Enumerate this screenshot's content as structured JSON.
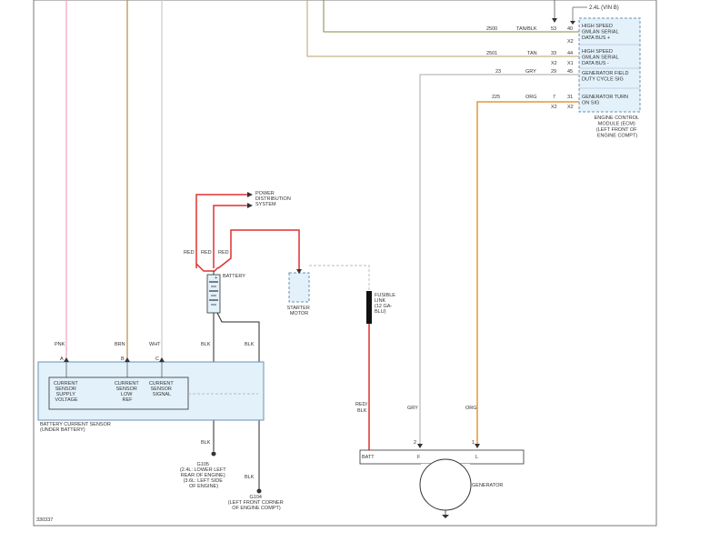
{
  "ecm": {
    "engine_note": "2.4L (VIN B)",
    "rows": [
      {
        "circuit": "2500",
        "color": "TAN/BLK",
        "pin_a": "53",
        "pin_b": "40",
        "label_lines": [
          "HIGH SPEED",
          "GMLAN SERIAL",
          "DATA BUS +"
        ]
      },
      {
        "circuit": "2501",
        "color": "TAN",
        "pin_a": "33",
        "pin_b": "44",
        "label_lines": [
          "HIGH SPEED",
          "GMLAN SERIAL",
          "DATA BUS -"
        ]
      },
      {
        "circuit": "23",
        "color": "GRY",
        "pin_a": "29",
        "pin_b": "45",
        "label_lines": [
          "GENERATOR FIELD",
          "DUTY CYCLE SIG"
        ]
      },
      {
        "circuit": "225",
        "color": "ORG",
        "pin_a": "7",
        "pin_b": "31",
        "label_lines": [
          "GENERATOR TURN",
          "ON SIG"
        ]
      }
    ],
    "connector_x2_a": "X2",
    "connector_x1": "X1",
    "connector_x2_b": "X2",
    "connector_x2_c": "X2",
    "caption_lines": [
      "ENGINE CONTROL",
      "MODULE (ECM)",
      "(LEFT FRONT OF",
      "ENGINE COMPT)"
    ]
  },
  "power": {
    "label_lines": [
      "POWER",
      "DISTRIBUTION",
      "SYSTEM"
    ],
    "wire_red_1": "RED",
    "wire_red_2": "RED",
    "wire_red_3": "RED"
  },
  "battery": {
    "label": "BATTERY",
    "wire_blk_1": "BLK",
    "wire_blk_2": "BLK"
  },
  "starter": {
    "label_lines": [
      "STARTER",
      "MOTOR"
    ]
  },
  "fusible": {
    "label_lines": [
      "FUSIBLE",
      "LINK",
      "(12 GA-",
      "BLU)"
    ],
    "wire_top": "RED/",
    "wire_bottom": "BLK"
  },
  "sensor": {
    "wire_pnk": "PNK",
    "wire_brn": "BRN",
    "wire_wht": "WHT",
    "pin_a": "A",
    "pin_b": "B",
    "pin_c": "C",
    "supply_lines": [
      "CURRENT",
      "SENSOR",
      "SUPPLY",
      "VOLTAGE"
    ],
    "low_lines": [
      "CURRENT",
      "SENSOR",
      "LOW",
      "REF"
    ],
    "signal_lines": [
      "CURRENT",
      "SENSOR",
      "SIGNAL"
    ],
    "caption_lines": [
      "BATTERY CURRENT SENSOR",
      "(UNDER BATTERY)"
    ]
  },
  "grounds": {
    "blk_g105": "BLK",
    "g105_lines": [
      "G105",
      "(2.4L: LOWER LEFT",
      "REAR OF ENGINE)",
      "(3.6L: LEFT SIDE",
      "OF ENGINE)"
    ],
    "blk_g104": "BLK",
    "g104_lines": [
      "G104",
      "(LEFT FRONT CORNER",
      "OF ENGINE COMPT)"
    ]
  },
  "generator": {
    "wire_gry": "GRY",
    "wire_org": "ORG",
    "pin_2": "2",
    "pin_1": "1",
    "term_batt": "BATT",
    "term_f": "F",
    "term_l": "L",
    "label": "GENERATOR"
  },
  "diagram_id": "330337",
  "colors": {
    "red": "#e03030",
    "olive": "#8a8a40",
    "tan": "#b8a06a",
    "gray": "#a8a8a8",
    "orange": "#e8963a",
    "pink": "#f3a0c0",
    "brown": "#b68a50",
    "black": "#2a2a2a",
    "module_fill": "#e3f1fb",
    "module_border": "#6b90b0"
  }
}
